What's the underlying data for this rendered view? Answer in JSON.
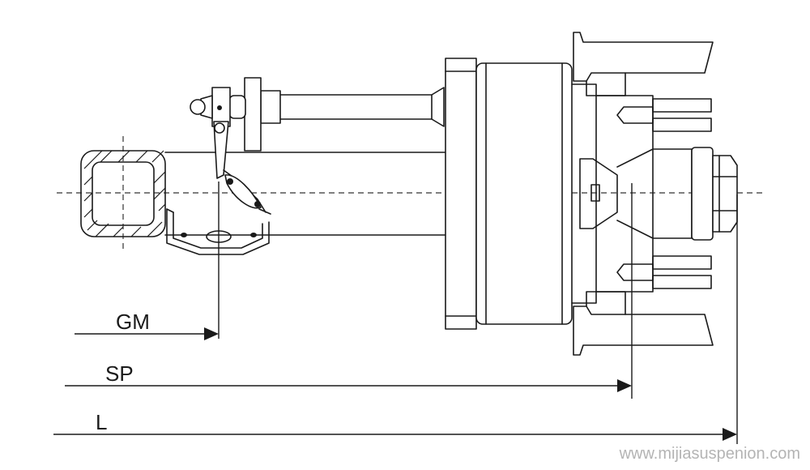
{
  "dimensions": [
    {
      "id": "gm",
      "label": "GM"
    },
    {
      "id": "sp",
      "label": "SP"
    },
    {
      "id": "l",
      "label": "L"
    }
  ],
  "watermark": "www.mijiasuspenion.com",
  "colors": {
    "line": "#1a1a1a",
    "watermark": "#b4b4b4",
    "background": "#ffffff"
  }
}
